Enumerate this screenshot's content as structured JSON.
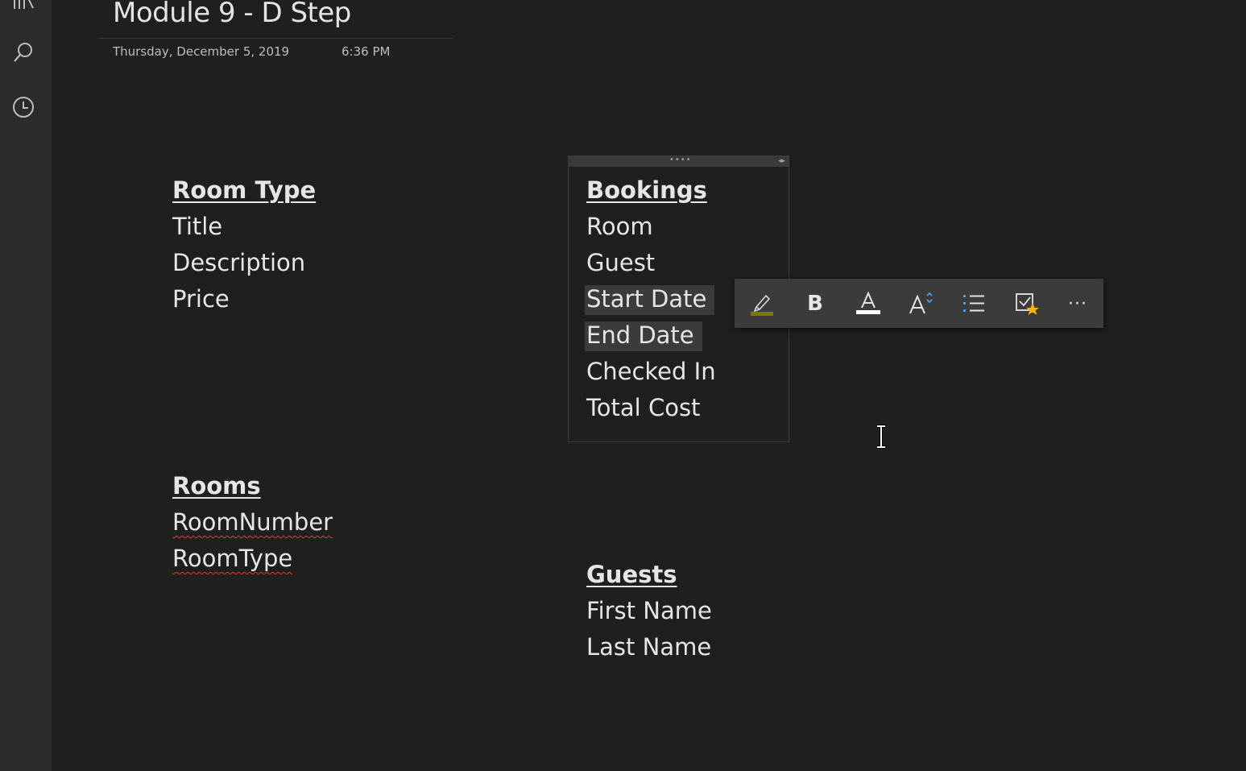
{
  "page": {
    "title": "Module 9 - D Step",
    "date": "Thursday, December 5, 2019",
    "time": "6:36 PM"
  },
  "sidebar": {
    "icons": [
      "notebooks-icon",
      "search-icon",
      "recent-icon"
    ]
  },
  "outlines": {
    "room_type": {
      "heading": "Room Type",
      "items": [
        "Title",
        "Description",
        "Price"
      ]
    },
    "bookings": {
      "heading": "Bookings",
      "items": [
        "Room",
        "Guest",
        "Start Date",
        "End Date",
        "Checked In",
        "Total Cost"
      ]
    },
    "rooms": {
      "heading": "Rooms",
      "items": [
        "RoomNumber",
        "RoomType"
      ]
    },
    "guests": {
      "heading": "Guests",
      "items": [
        "First Name",
        "Last Name"
      ]
    }
  },
  "toolbar": {
    "buttons": [
      "highlight-icon",
      "bold-icon",
      "font-color-icon",
      "font-size-icon",
      "bullets-icon",
      "tag-icon",
      "more-icon"
    ],
    "bold_label": "B",
    "more_label": "···",
    "highlight_color": "#7a7a00",
    "font_color_bar": "#ffffff",
    "accent": "#4a9eea",
    "tag_star": "#f2b705"
  }
}
